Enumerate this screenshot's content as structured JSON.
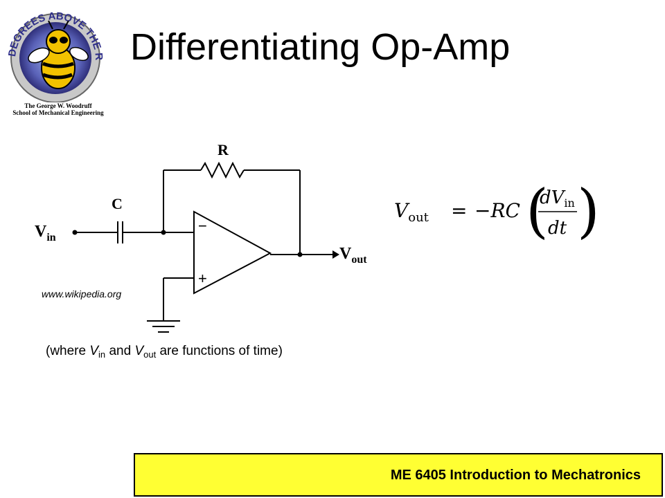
{
  "logo": {
    "arc_text": "DEGREES ABOVE THE REST",
    "caption_line1": "The George W. Woodruff",
    "caption_line2": "School of Mechanical Engineering"
  },
  "slide": {
    "title": "Differentiating Op-Amp",
    "source": "www.wikipedia.org"
  },
  "circuit": {
    "resistor_label": "R",
    "capacitor_label": "C",
    "input_main": "V",
    "input_sub": "in",
    "output_main": "V",
    "output_sub": "out",
    "minus": "−",
    "plus": "+"
  },
  "formula": {
    "lhs_main": "V",
    "lhs_sub": "out",
    "equals": "=",
    "rhs_prefix": "−RC",
    "numerator_main": "dV",
    "numerator_sub": "in",
    "denominator": "dt"
  },
  "caption": {
    "open": "(where ",
    "v1_main": "V",
    "v1_sub": "in",
    "middle": " and ",
    "v2_main": "V",
    "v2_sub": "out",
    "close": " are functions of time)"
  },
  "footer": {
    "text": "ME 6405  Introduction to Mechatronics"
  },
  "colors": {
    "footer_bg": "#ffff33",
    "logo_blue": "#3d3d9e",
    "bee_yellow": "#f2c200"
  }
}
